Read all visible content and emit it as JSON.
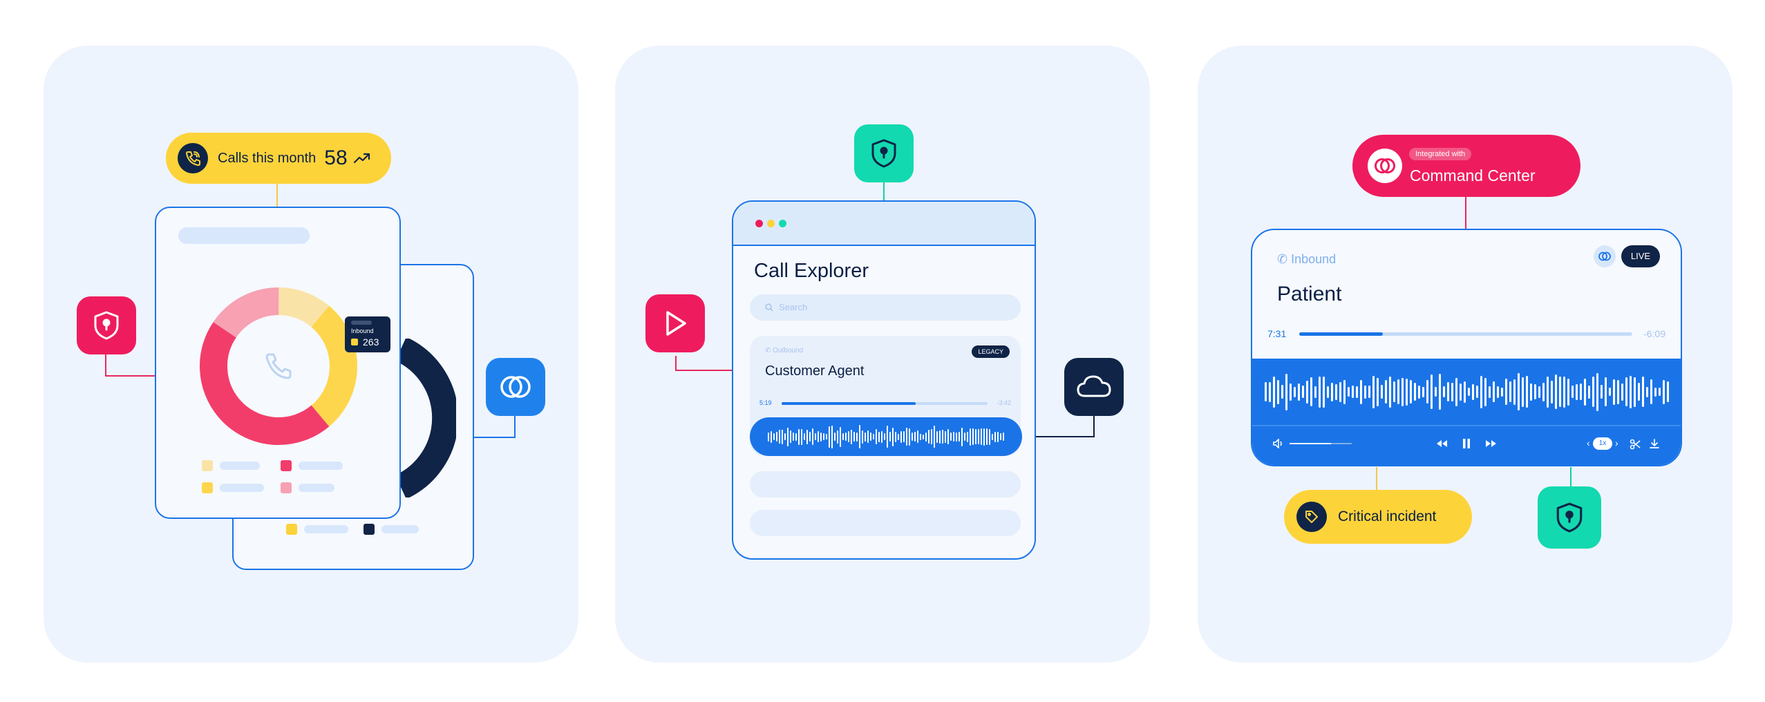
{
  "panel1": {
    "calls_label": "Calls this month",
    "calls_value": "58",
    "tooltip_label": "Inbound",
    "tooltip_value": "263"
  },
  "panel2": {
    "title": "Call Explorer",
    "search_placeholder": "Search",
    "call_direction": "Outbound",
    "badge": "LEGACY",
    "agent": "Customer Agent",
    "time_elapsed": "5:19",
    "time_remaining": "-3:42",
    "progress": 0.65
  },
  "panel3": {
    "integrated_label": "Integrated with",
    "integration_name": "Command Center",
    "direction": "Inbound",
    "live_badge": "LIVE",
    "title": "Patient",
    "time_elapsed": "7:31",
    "time_remaining": "-6:09",
    "progress": 0.25,
    "speed": "1x",
    "tag_label": "Critical incident"
  },
  "colors": {
    "pink": "#ee1c5e",
    "green": "#13d9b0",
    "blue": "#1f82ec",
    "navy": "#0f2447",
    "yellow": "#fdd33a",
    "panel_bg": "#eef4fd"
  },
  "icons": [
    "shield-keyhole-icon",
    "phone-icon",
    "trending-up-icon",
    "overlap-circles-icon",
    "play-icon",
    "cloud-icon",
    "search-icon",
    "tag-icon",
    "speaker-icon",
    "rewind-icon",
    "pause-icon",
    "fast-forward-icon",
    "scissors-icon",
    "download-icon"
  ]
}
